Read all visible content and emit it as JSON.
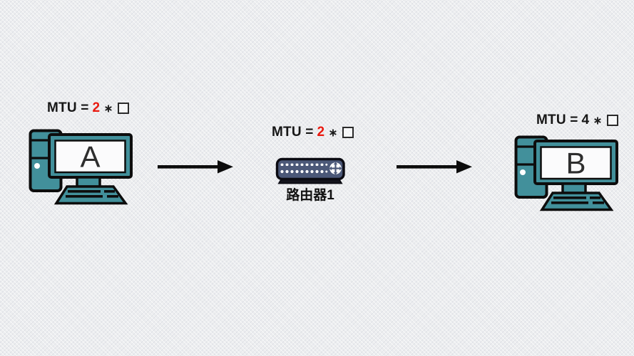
{
  "diagram": {
    "title_hint": "MTU path diagram",
    "computer_a": {
      "icon": "desktop-computer-icon",
      "screen_letter": "A",
      "mtu_prefix": "MTU =",
      "mtu_value": "2",
      "mtu_operator": "∗",
      "mtu_value_style": "color:#e9190f",
      "mtu_unit_box": "empty-square-box"
    },
    "router1": {
      "icon": "router-icon",
      "name": "路由器1",
      "mtu_prefix": "MTU =",
      "mtu_value": "2",
      "mtu_operator": "∗",
      "mtu_value_style": "color:#e9190f",
      "mtu_unit_box": "empty-square-box"
    },
    "computer_b": {
      "icon": "desktop-computer-icon",
      "screen_letter": "B",
      "mtu_prefix": "MTU =",
      "mtu_value": "4",
      "mtu_operator": "∗",
      "mtu_value_style": "color:#161616",
      "mtu_unit_box": "empty-square-box"
    },
    "arrows": [
      {
        "icon": "right-arrow-icon",
        "direction": "right"
      },
      {
        "icon": "right-arrow-icon",
        "direction": "right"
      }
    ]
  },
  "colors": {
    "background": "#ecedef",
    "computer_teal": "#42909b",
    "router_navy": "#4b5878",
    "outline_black": "#0d0d0d",
    "screen_white": "#fbfbfc",
    "mtu_value_red": "#e9190f",
    "text_black": "#161616"
  }
}
